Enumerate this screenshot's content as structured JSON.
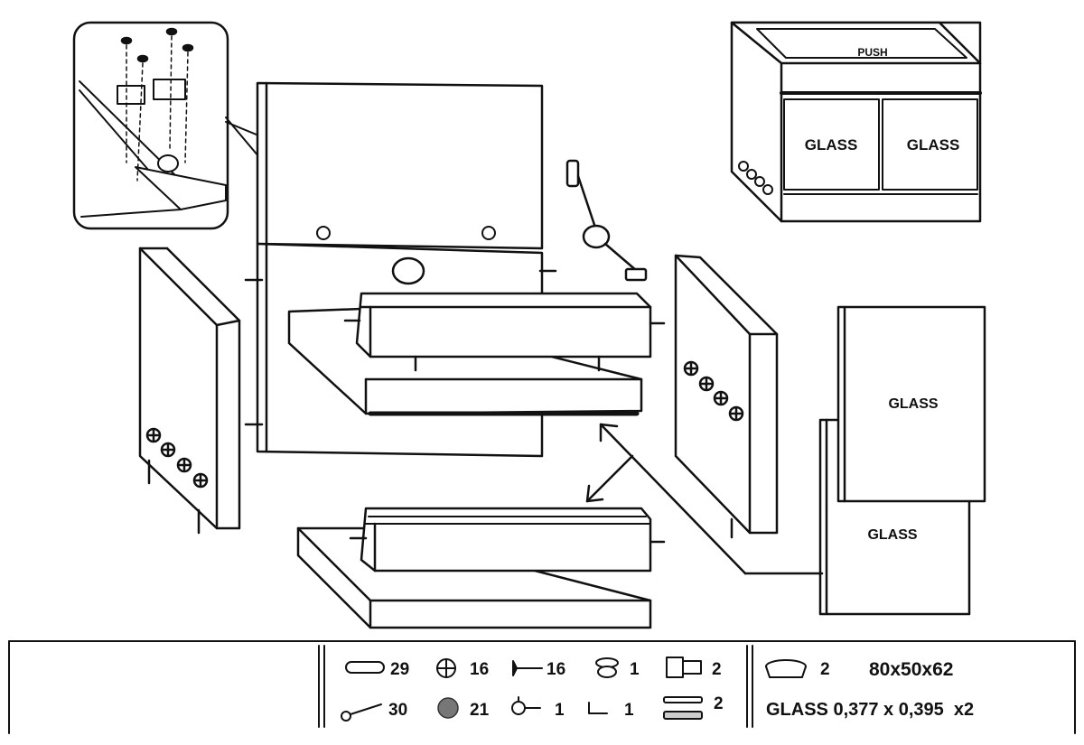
{
  "labels": {
    "push": "PUSH",
    "glass": "GLASS"
  },
  "parts": [
    {
      "icon": "dowel-icon",
      "qty": "29"
    },
    {
      "icon": "cam-lock-icon",
      "qty": "16"
    },
    {
      "icon": "screw-icon",
      "qty": "16"
    },
    {
      "icon": "grommet-icon",
      "qty": "1"
    },
    {
      "icon": "hinge-icon",
      "qty": "2"
    },
    {
      "icon": "long-screw-icon",
      "qty": "30"
    },
    {
      "icon": "cap-icon",
      "qty": "21"
    },
    {
      "icon": "lid-stay-icon",
      "qty": "1"
    },
    {
      "icon": "allen-key-icon",
      "qty": "1"
    },
    {
      "icon": "rail-icon",
      "qty": "2"
    }
  ],
  "extra": {
    "feet_qty": "2",
    "dimensions": "80x50x62",
    "glass_spec": "GLASS 0,377 x 0,395  x2"
  }
}
